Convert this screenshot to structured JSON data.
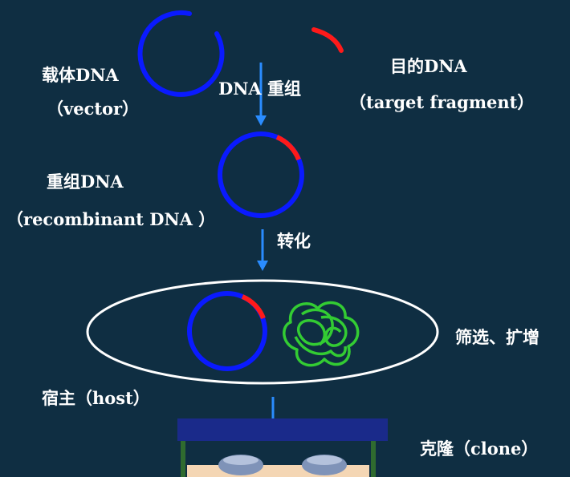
{
  "labels": {
    "vector_name": "载体DNA",
    "vector_en": "（vector）",
    "target_name": "目的DNA",
    "target_en": "（target fragment）",
    "step_recombine": "DNA 重组",
    "recombinant_name": "重组DNA",
    "recombinant_en": "（recombinant DNA ）",
    "step_transform": "转化",
    "step_select": "筛选、扩增",
    "host": "宿主（host）",
    "clone": "克隆（clone）"
  },
  "colors": {
    "background": "#0f2e42",
    "vector_dna": "#0a1aff",
    "target_dna": "#ff1a1a",
    "host_chromosome": "#33cc33",
    "cell_outline": "#ffffff",
    "arrow": "#2a8cff",
    "culture_bar": "#1a2a8a",
    "culture_base": "#f4d6b4"
  }
}
